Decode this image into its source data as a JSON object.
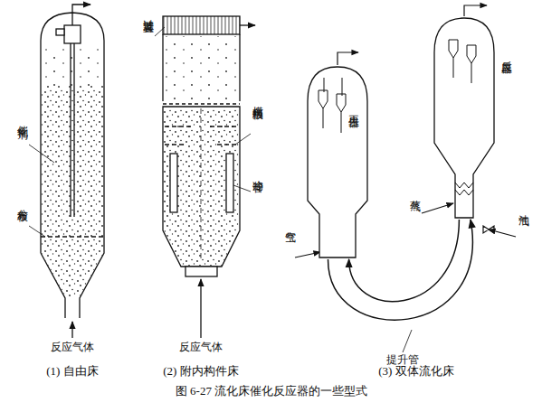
{
  "diagram": {
    "caption": "图 6-27  流化床催化反应器的一些型式",
    "nodes": [
      {
        "text": [
          "再生器"
        ]
      },
      {
        "text": [
          "反应器"
        ]
      }
    ],
    "edges": [
      {
        "from": 0,
        "to": 1,
        "arrow": "to"
      },
      {
        "from": 1,
        "to": 0,
        "arrow": "to"
      }
    ],
    "labels": [
      "催化剂",
      "分布板",
      "反应气体",
      "(1) 自由床",
      "过滤装置",
      "横向挡板",
      "冷却管",
      "反应气体",
      "(2) 附内构件床",
      "空气",
      "蒸气",
      "油气",
      "提升管",
      "(3) 双体流化床"
    ]
  }
}
